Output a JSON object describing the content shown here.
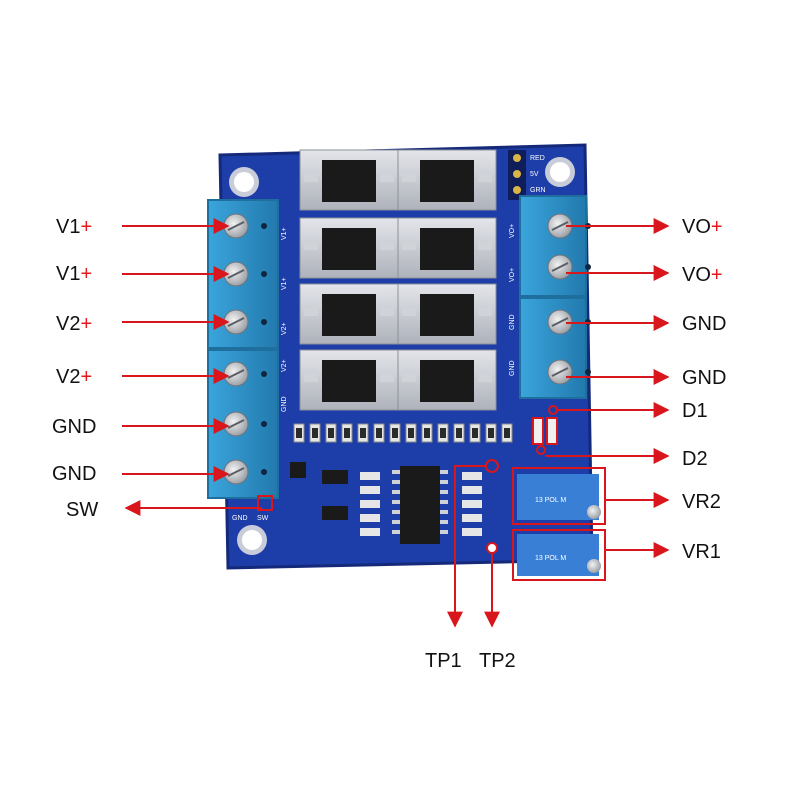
{
  "colors": {
    "pcb": "#1d3da8",
    "pcb_dark": "#14297a",
    "terminal": "#2f96cf",
    "terminal_dark": "#1f6f9e",
    "arrow": "#d8161b",
    "plus": "#e8191d",
    "text": "#111111",
    "chip": "#1a1a1a",
    "heatsink": "#c9ccd2",
    "trimpot": "#3a7fd6"
  },
  "labels": {
    "left": [
      {
        "base": "V1",
        "sign": "+"
      },
      {
        "base": "V1",
        "sign": "+"
      },
      {
        "base": "V2",
        "sign": "+"
      },
      {
        "base": "V2",
        "sign": "+"
      },
      {
        "base": "GND",
        "sign": ""
      },
      {
        "base": "GND",
        "sign": ""
      },
      {
        "base": "SW",
        "sign": ""
      }
    ],
    "right": [
      {
        "base": "VO",
        "sign": "+"
      },
      {
        "base": "VO",
        "sign": "+"
      },
      {
        "base": "GND",
        "sign": ""
      },
      {
        "base": "GND",
        "sign": ""
      },
      {
        "base": "D1",
        "sign": ""
      },
      {
        "base": "D2",
        "sign": ""
      },
      {
        "base": "VR2",
        "sign": ""
      },
      {
        "base": "VR1",
        "sign": ""
      }
    ],
    "bottom": [
      "TP1",
      "TP2"
    ]
  },
  "silkscreen": {
    "header": [
      "RED",
      "5V",
      "GRN"
    ],
    "left_block": [
      "V1+",
      "V1+",
      "V2+",
      "V2+",
      "GND"
    ],
    "right_block": [
      "VO+",
      "VO+",
      "GND",
      "GND"
    ],
    "sw_pad": [
      "GND",
      "SW"
    ],
    "trimpot_text": "13 POL M"
  },
  "icons": [
    "terminal-screw-icon",
    "arrow-icon",
    "mounting-hole-icon",
    "trimpot-icon",
    "ic-chip-icon"
  ]
}
